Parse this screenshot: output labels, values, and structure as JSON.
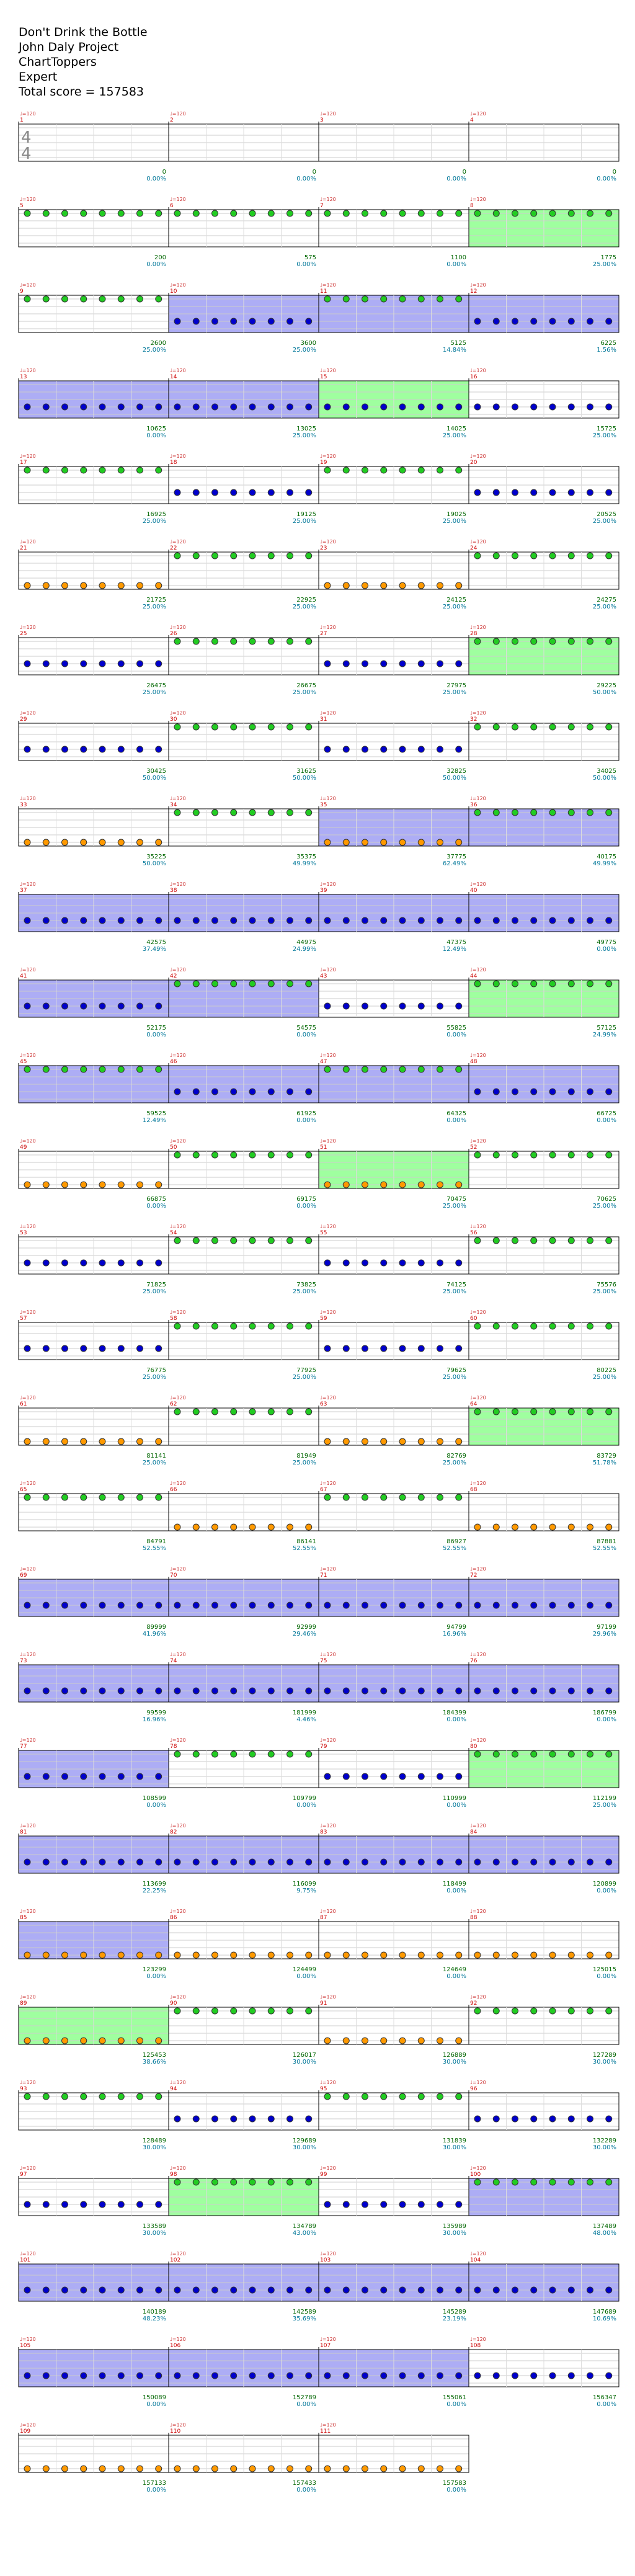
{
  "header": {
    "title": "Don't Drink the Bottle",
    "artist": "John Daly Project",
    "charter": "ChartToppers",
    "difficulty": "Expert",
    "total_score_label": "Total score = 157583"
  },
  "time_signature": "4/4",
  "colors": {
    "green": "#22cc22",
    "red": "#dd0000",
    "yellow": "#f2e000",
    "blue": "#0000cc",
    "orange": "#ff9900",
    "sp_overlay": "#7fff7f",
    "solo_overlay": "#7777ee",
    "score": "#006600",
    "percent": "#007799",
    "tempo": "#cc3333",
    "measure_num": "#cc0000"
  },
  "chart_data": {
    "type": "table",
    "rows": [
      {
        "measures": [
          "1",
          "2",
          "3",
          "4"
        ],
        "totals": [
          "0",
          "0",
          "0",
          "0"
        ],
        "pcts": [
          "0.00%",
          "0.00%",
          "0.00%",
          "0.00%"
        ]
      },
      {
        "measures": [
          "5",
          "6",
          "7",
          "8"
        ],
        "totals": [
          "200",
          "575",
          "1100",
          "1775"
        ],
        "pcts": [
          "0.00%",
          "0.00%",
          "0.00%",
          "25.00%"
        ]
      },
      {
        "measures": [
          "9",
          "10",
          "11",
          "12"
        ],
        "totals": [
          "2600",
          "3600",
          "5125",
          "6225"
        ],
        "pcts": [
          "25.00%",
          "25.00%",
          "14.84%",
          "1.56%"
        ]
      },
      {
        "measures": [
          "13",
          "14",
          "15",
          "16"
        ],
        "totals": [
          "10625",
          "13025",
          "14025",
          "15725"
        ],
        "pcts": [
          "0.00%",
          "25.00%",
          "25.00%",
          "25.00%"
        ]
      },
      {
        "measures": [
          "17",
          "18",
          "19",
          "20"
        ],
        "totals": [
          "16925",
          "19125",
          "19025",
          "20525"
        ],
        "pcts": [
          "25.00%",
          "25.00%",
          "25.00%",
          "25.00%"
        ]
      },
      {
        "measures": [
          "21",
          "22",
          "23",
          "24"
        ],
        "totals": [
          "21725",
          "22925",
          "24125",
          "24275"
        ],
        "pcts": [
          "25.00%",
          "25.00%",
          "25.00%",
          "25.00%"
        ]
      },
      {
        "measures": [
          "25",
          "26",
          "27",
          "28"
        ],
        "totals": [
          "26475",
          "26675",
          "27975",
          "29225"
        ],
        "pcts": [
          "25.00%",
          "25.00%",
          "25.00%",
          "50.00%"
        ]
      },
      {
        "measures": [
          "29",
          "30",
          "31",
          "32"
        ],
        "totals": [
          "30425",
          "31625",
          "32825",
          "34025"
        ],
        "pcts": [
          "50.00%",
          "50.00%",
          "50.00%",
          "50.00%"
        ]
      },
      {
        "measures": [
          "33",
          "34",
          "35",
          "36"
        ],
        "totals": [
          "35225",
          "35375",
          "37775",
          "40175"
        ],
        "pcts": [
          "50.00%",
          "49.99%",
          "62.49%",
          "49.99%"
        ]
      },
      {
        "measures": [
          "37",
          "38",
          "39",
          "40"
        ],
        "totals": [
          "42575",
          "44975",
          "47375",
          "49775"
        ],
        "pcts": [
          "37.49%",
          "24.99%",
          "12.49%",
          "0.00%"
        ]
      },
      {
        "measures": [
          "41",
          "42",
          "43",
          "44"
        ],
        "totals": [
          "52175",
          "54575",
          "55825",
          "57125"
        ],
        "pcts": [
          "0.00%",
          "0.00%",
          "0.00%",
          "24.99%"
        ]
      },
      {
        "measures": [
          "45",
          "46",
          "47",
          "48"
        ],
        "totals": [
          "59525",
          "61925",
          "64325",
          "66725"
        ],
        "pcts": [
          "12.49%",
          "0.00%",
          "0.00%",
          "0.00%"
        ]
      },
      {
        "measures": [
          "49",
          "50",
          "51",
          "52"
        ],
        "totals": [
          "66875",
          "69175",
          "70475",
          "70625"
        ],
        "pcts": [
          "0.00%",
          "0.00%",
          "25.00%",
          "25.00%"
        ]
      },
      {
        "measures": [
          "53",
          "54",
          "55",
          "56"
        ],
        "totals": [
          "71825",
          "73825",
          "74125",
          "75576"
        ],
        "pcts": [
          "25.00%",
          "25.00%",
          "25.00%",
          "25.00%"
        ]
      },
      {
        "measures": [
          "57",
          "58",
          "59",
          "60"
        ],
        "totals": [
          "76775",
          "77925",
          "79625",
          "80225"
        ],
        "pcts": [
          "25.00%",
          "25.00%",
          "25.00%",
          "25.00%"
        ]
      },
      {
        "measures": [
          "61",
          "62",
          "63",
          "64"
        ],
        "totals": [
          "81141",
          "81949",
          "82769",
          "83729"
        ],
        "pcts": [
          "25.00%",
          "25.00%",
          "25.00%",
          "51.78%"
        ]
      },
      {
        "measures": [
          "65",
          "66",
          "67",
          "68"
        ],
        "totals": [
          "84791",
          "86141",
          "86927",
          "87881"
        ],
        "pcts": [
          "52.55%",
          "52.55%",
          "52.55%",
          "52.55%"
        ]
      },
      {
        "measures": [
          "69",
          "70",
          "71",
          "72"
        ],
        "totals": [
          "89999",
          "92999",
          "94799",
          "97199"
        ],
        "pcts": [
          "41.96%",
          "29.46%",
          "16.96%",
          "29.96%"
        ]
      },
      {
        "measures": [
          "73",
          "74",
          "75",
          "76"
        ],
        "totals": [
          "99599",
          "181999",
          "184399",
          "186799"
        ],
        "pcts": [
          "16.96%",
          "4.46%",
          "0.00%",
          "0.00%"
        ]
      },
      {
        "measures": [
          "77",
          "78",
          "79",
          "80"
        ],
        "totals": [
          "108599",
          "109799",
          "110999",
          "112199"
        ],
        "pcts": [
          "0.00%",
          "0.00%",
          "0.00%",
          "25.00%"
        ]
      },
      {
        "measures": [
          "81",
          "82",
          "83",
          "84"
        ],
        "totals": [
          "113699",
          "116099",
          "118499",
          "120899"
        ],
        "pcts": [
          "22.25%",
          "9.75%",
          "0.00%",
          "0.00%"
        ]
      },
      {
        "measures": [
          "85",
          "86",
          "87",
          "88"
        ],
        "totals": [
          "123299",
          "124499",
          "124649",
          "125015"
        ],
        "pcts": [
          "0.00%",
          "0.00%",
          "0.00%",
          "0.00%"
        ]
      },
      {
        "measures": [
          "89",
          "90",
          "91",
          "92"
        ],
        "totals": [
          "125453",
          "126017",
          "126889",
          "127289"
        ],
        "pcts": [
          "38.66%",
          "30.00%",
          "30.00%",
          "30.00%"
        ]
      },
      {
        "measures": [
          "93",
          "94",
          "95",
          "96"
        ],
        "totals": [
          "128489",
          "129689",
          "131839",
          "132289"
        ],
        "pcts": [
          "30.00%",
          "30.00%",
          "30.00%",
          "30.00%"
        ]
      },
      {
        "measures": [
          "97",
          "98",
          "99",
          "100"
        ],
        "totals": [
          "133589",
          "134789",
          "135989",
          "137489"
        ],
        "pcts": [
          "30.00%",
          "43.00%",
          "30.00%",
          "48.00%"
        ]
      },
      {
        "measures": [
          "101",
          "102",
          "103",
          "104"
        ],
        "totals": [
          "140189",
          "142589",
          "145289",
          "147689"
        ],
        "pcts": [
          "48.23%",
          "35.69%",
          "23.19%",
          "10.69%"
        ]
      },
      {
        "measures": [
          "105",
          "106",
          "107",
          "108"
        ],
        "totals": [
          "150089",
          "152789",
          "155061",
          "156347"
        ],
        "pcts": [
          "0.00%",
          "0.00%",
          "0.00%",
          "0.00%"
        ]
      },
      {
        "measures": [
          "109",
          "110",
          "111"
        ],
        "totals": [
          "157133",
          "157433",
          "157583"
        ],
        "pcts": [
          "0.00%",
          "0.00%",
          "0.00%"
        ]
      }
    ]
  }
}
